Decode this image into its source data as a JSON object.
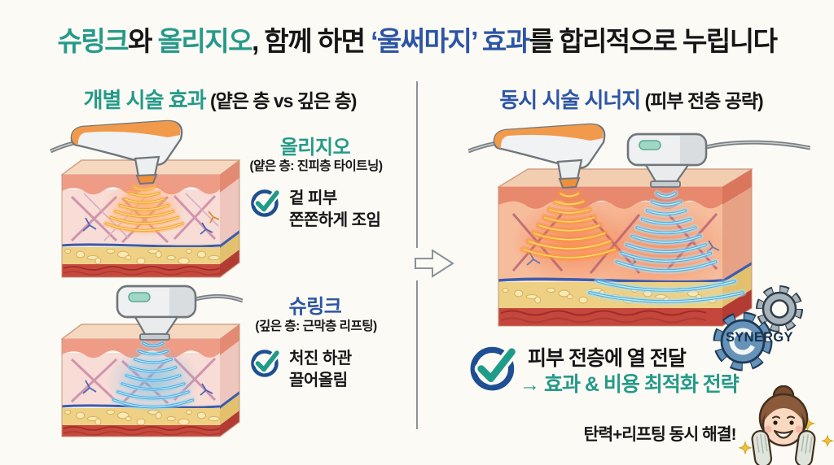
{
  "colors": {
    "background": "#fcfaf5",
    "teal_accent": "#269a89",
    "blue_accent": "#2d55a5",
    "text_black": "#161616",
    "check_circle_navy": "#1d4f92",
    "check_mark_teal": "#1f9c89",
    "divider_gray": "#8b929a",
    "gear_blue": "#6692b8",
    "gear_gray": "#a9b3bb",
    "synergy_navy": "#14324e",
    "wave_orange": "#f6a124",
    "wave_blue": "#3ea8de"
  },
  "title": {
    "segments": [
      {
        "text": "슈링크",
        "color": "#269a89"
      },
      {
        "text": "와 ",
        "color": "#161616"
      },
      {
        "text": "올리지오",
        "color": "#269a89"
      },
      {
        "text": ", 함께 하면 ",
        "color": "#161616"
      },
      {
        "text": "‘울써마지’ 효과",
        "color": "#2d55a5"
      },
      {
        "text": "를 합리적으로 누립니다",
        "color": "#161616"
      }
    ]
  },
  "left_panel": {
    "header": {
      "main": "개별 시술 효과",
      "sub": " (얕은 층 vs 깊은 층)"
    },
    "oligio": {
      "name": "올리지오",
      "subtitle": "(얕은 층: 진피층 타이트닝)",
      "benefit_line1": "겉 피부",
      "benefit_line2": "쫀쫀하게 조임"
    },
    "shrink": {
      "name": "슈링크",
      "subtitle": "(깊은 층: 근막층 리프팅)",
      "benefit_line1": "처진 하관",
      "benefit_line2": "끌어올림"
    }
  },
  "right_panel": {
    "header": {
      "main": "동시 시술 시너지",
      "sub": " (피부 전층 공략)"
    },
    "synergy_label": "SYNERGY",
    "benefit_line1": "피부 전층에 열 전달",
    "benefit_line2": "→ 효과 & 비용 최적화 전략",
    "footer_note": "탄력+리프팅 동시 해결!"
  }
}
